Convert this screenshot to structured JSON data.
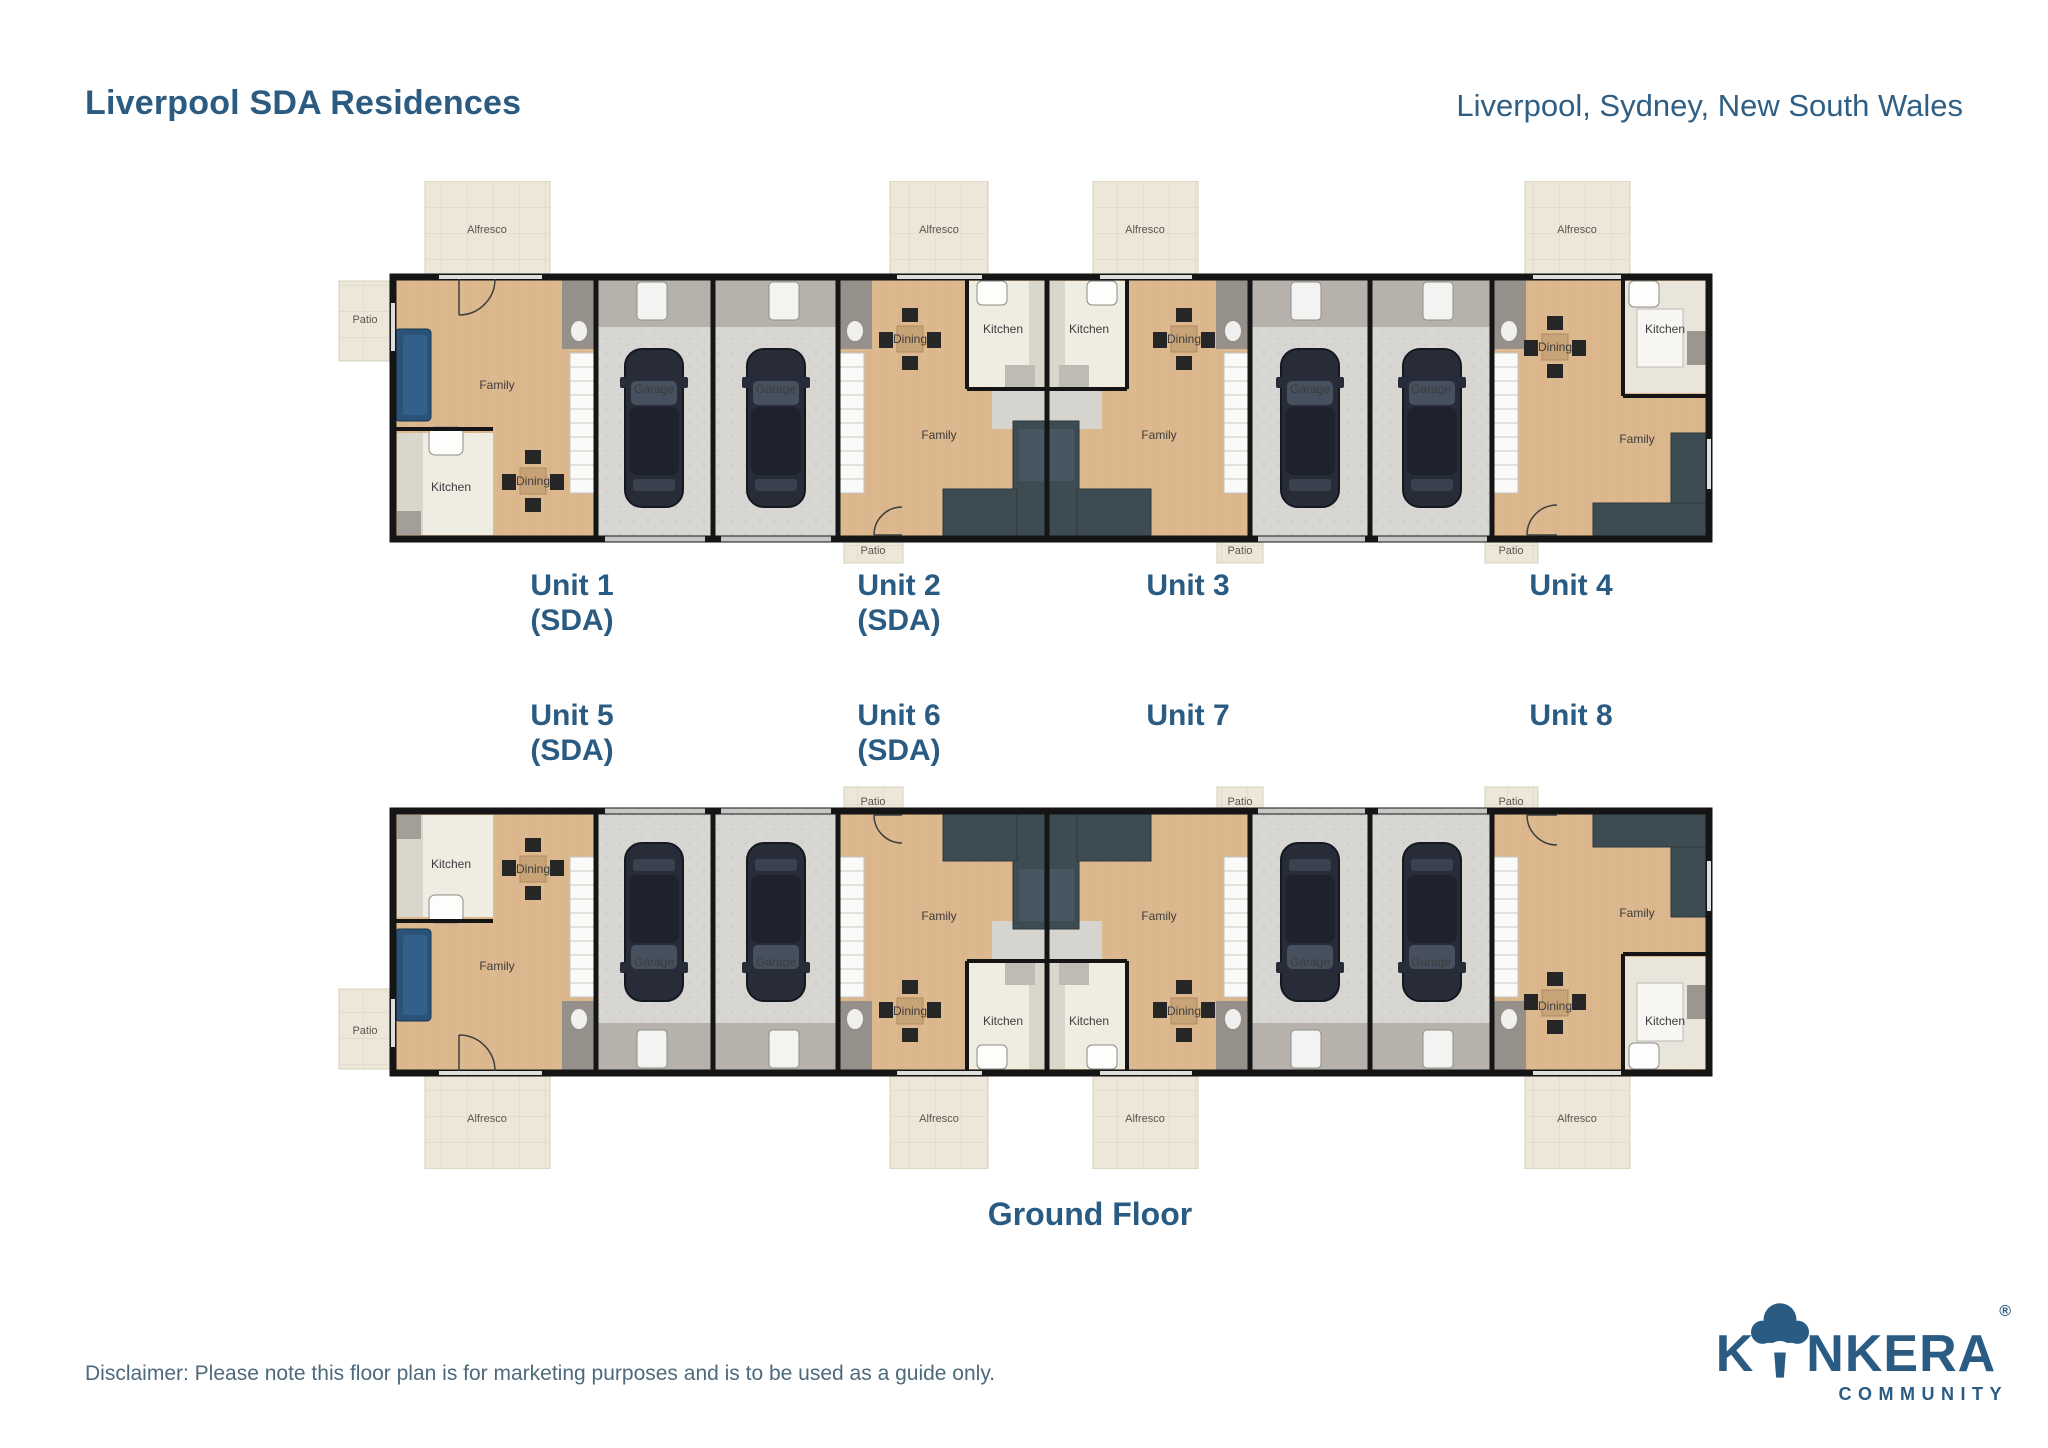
{
  "header": {
    "title": "Liverpool SDA Residences",
    "location": "Liverpool, Sydney, New South Wales"
  },
  "units": [
    {
      "name": "Unit 1",
      "sda": "(SDA)"
    },
    {
      "name": "Unit 2",
      "sda": "(SDA)"
    },
    {
      "name": "Unit 3",
      "sda": ""
    },
    {
      "name": "Unit 4",
      "sda": ""
    },
    {
      "name": "Unit 5",
      "sda": "(SDA)"
    },
    {
      "name": "Unit 6",
      "sda": "(SDA)"
    },
    {
      "name": "Unit 7",
      "sda": ""
    },
    {
      "name": "Unit 8",
      "sda": ""
    }
  ],
  "rooms": {
    "family": "Family",
    "kitchen": "Kitchen",
    "dining": "Dining",
    "garage": "Garage",
    "patio": "Patio",
    "alfresco": "Alfresco"
  },
  "floor_label": "Ground Floor",
  "disclaimer": "Disclaimer: Please note this floor plan is for marketing purposes and is to be used as a guide only.",
  "logo": {
    "brand_k": "K",
    "brand_rest": "NKERA",
    "registered": "®",
    "subtitle": "COMMUNITY"
  },
  "colors": {
    "brand_blue": "#2A5B83",
    "wood_floor": "#DDB98F",
    "garage_concrete": "#D7D6D3",
    "alfresco_beige": "#ECE7D9",
    "wall_black": "#151515",
    "sofa_blue": "#2B5378",
    "sofa_dark": "#3D4B52"
  }
}
